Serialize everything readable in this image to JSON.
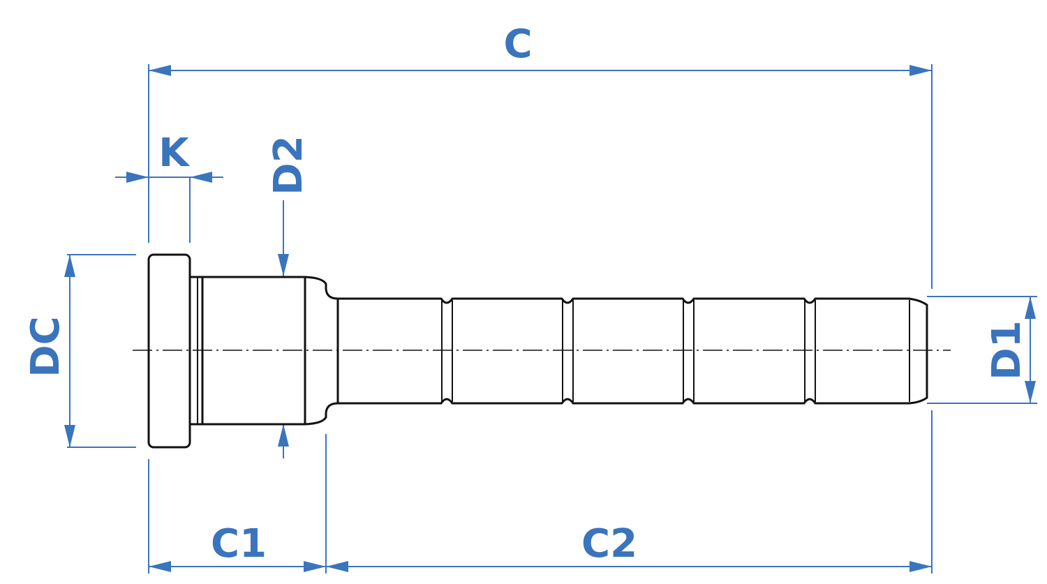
{
  "labels": {
    "C": "C",
    "K": "K",
    "D2": "D2",
    "DC": "DC",
    "D1": "D1",
    "C1": "C1",
    "C2": "C2"
  },
  "colors": {
    "dimension": "#3a74bd",
    "part_outline": "#111111",
    "background": "#ffffff"
  }
}
